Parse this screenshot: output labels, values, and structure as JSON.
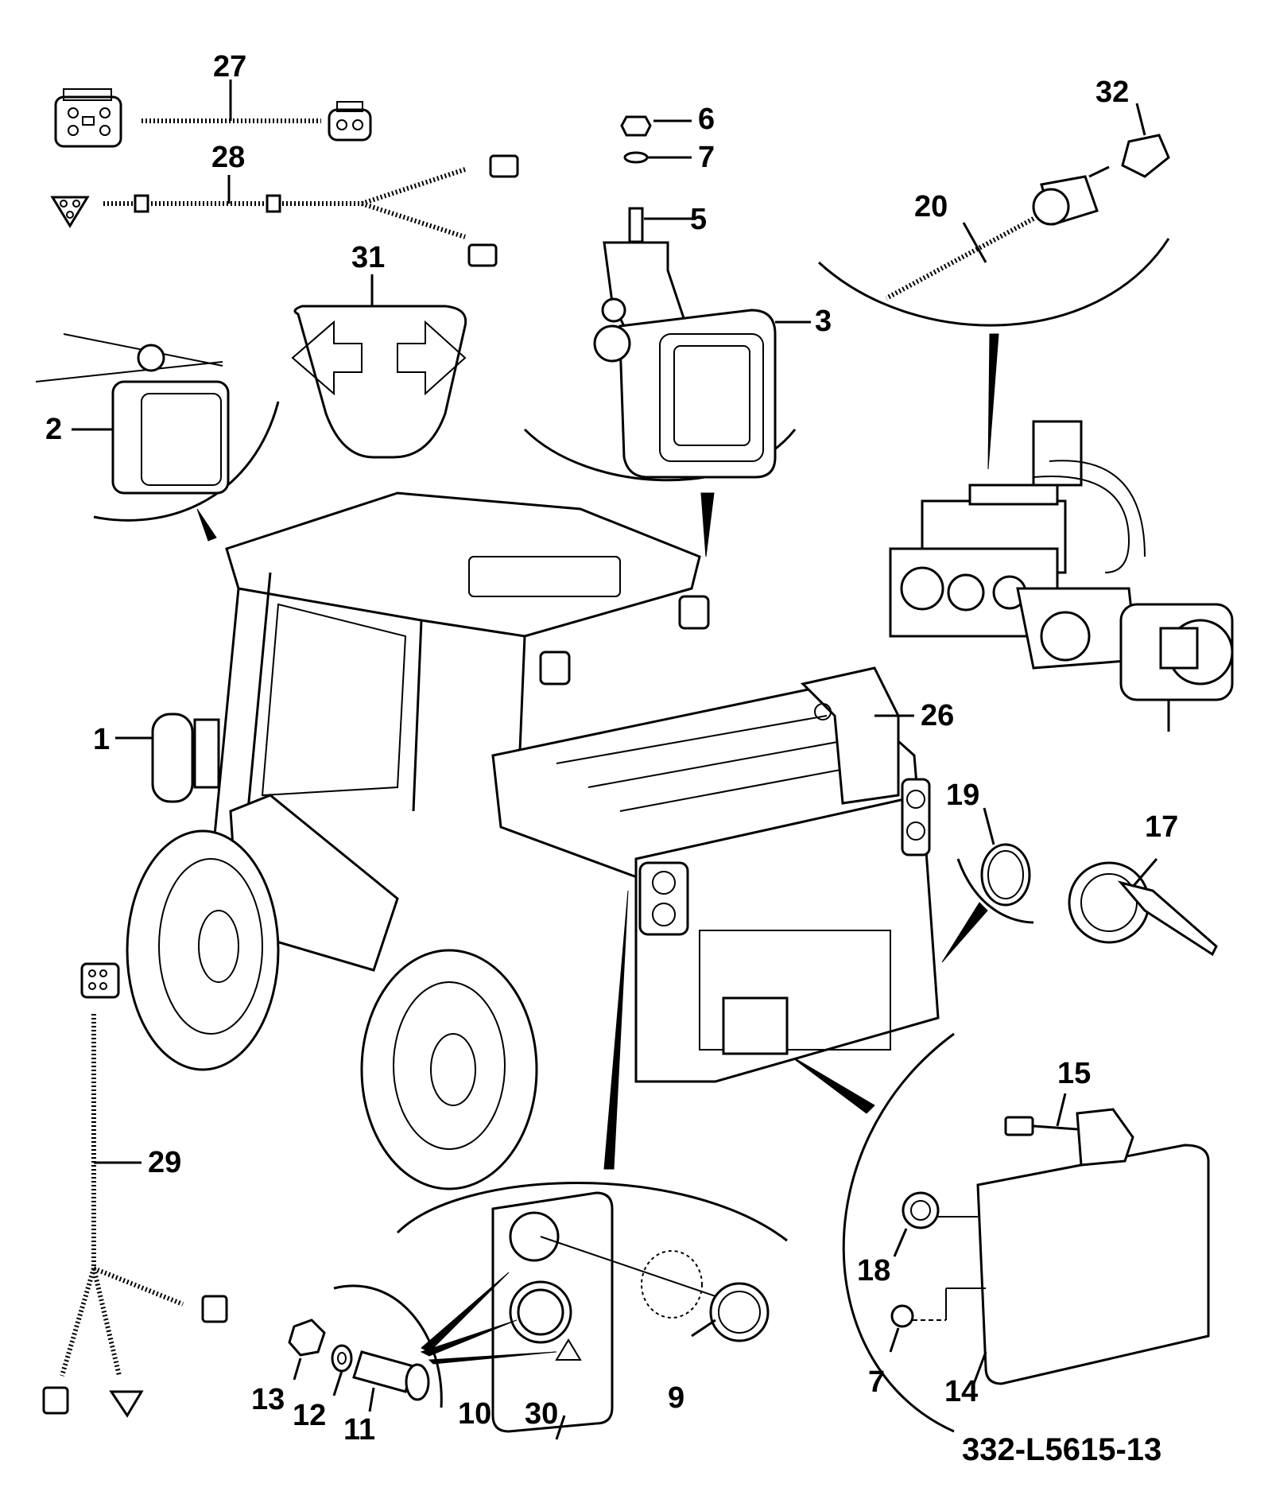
{
  "diagram": {
    "reference_code": "332-L5615-13",
    "callouts": [
      "27",
      "28",
      "6",
      "7",
      "5",
      "32",
      "20",
      "31",
      "3",
      "2",
      "1",
      "26",
      "19",
      "17",
      "29",
      "15",
      "18",
      "13",
      "12",
      "11",
      "10",
      "30",
      "9",
      "7",
      "14"
    ]
  }
}
